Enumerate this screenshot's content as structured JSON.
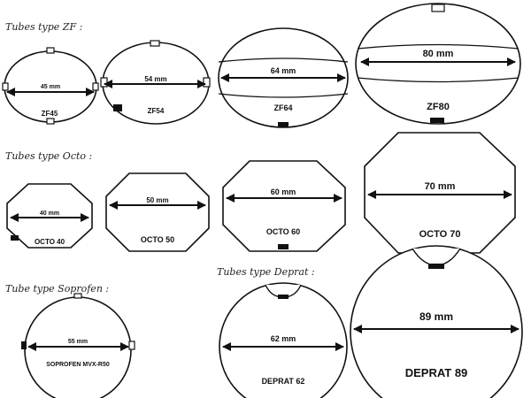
{
  "headings": {
    "zf": "Tubes type ZF :",
    "octo": "Tubes type Octo :",
    "soprofen": "Tube type Soprofen :",
    "deprat": "Tubes type Deprat :"
  },
  "tubes": {
    "zf45": {
      "name": "ZF45",
      "dimension": "45 mm"
    },
    "zf54": {
      "name": "ZF54",
      "dimension": "54 mm"
    },
    "zf64": {
      "name": "ZF64",
      "dimension": "64 mm"
    },
    "zf80": {
      "name": "ZF80",
      "dimension": "80 mm"
    },
    "octo40": {
      "name": "OCTO 40",
      "dimension": "40 mm"
    },
    "octo50": {
      "name": "OCTO 50",
      "dimension": "50 mm"
    },
    "octo60": {
      "name": "OCTO 60",
      "dimension": "60 mm"
    },
    "octo70": {
      "name": "OCTO 70",
      "dimension": "70 mm"
    },
    "soprofen": {
      "name": "SOPROFEN MVX-R50",
      "dimension": "55 mm"
    },
    "deprat62": {
      "name": "DEPRAT 62",
      "dimension": "62 mm"
    },
    "deprat89": {
      "name": "DEPRAT 89",
      "dimension": "89 mm"
    }
  }
}
